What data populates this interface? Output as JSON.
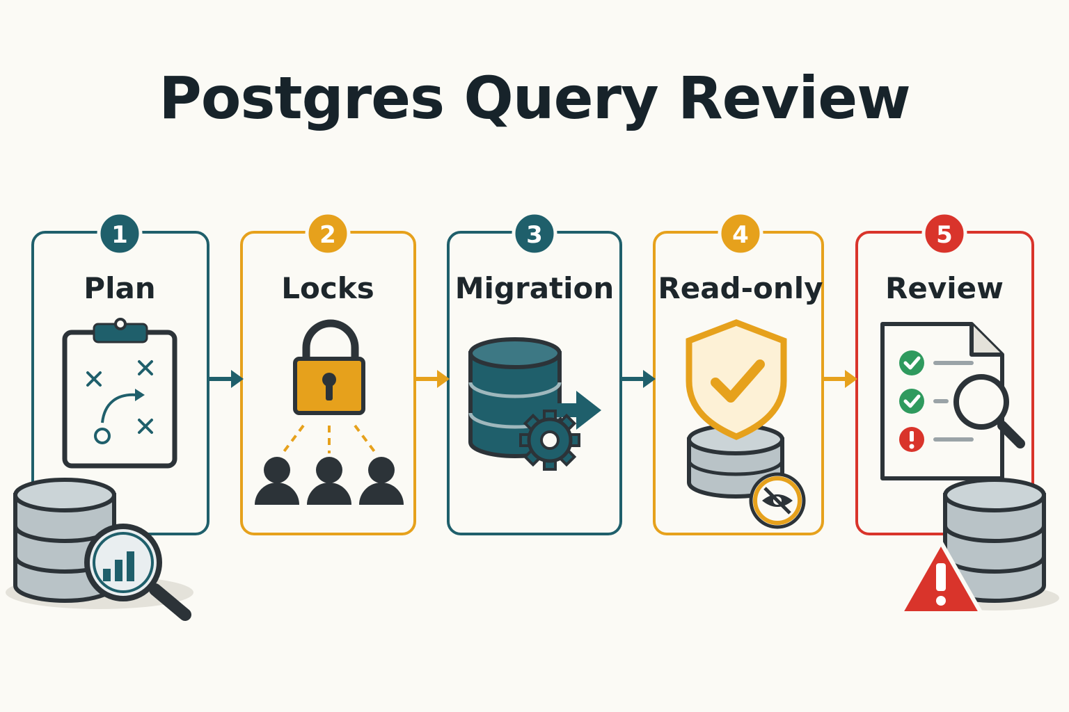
{
  "title": "Postgres Query Review",
  "colors": {
    "teal": "#1f5f6b",
    "amber": "#e6a11c",
    "red": "#d9342b",
    "green": "#2f9a5e",
    "slate": "#2c3338",
    "db_gray": "#b9c3c7",
    "background": "#fbfaf5"
  },
  "steps": [
    {
      "number": "1",
      "label": "Plan",
      "accent": "teal",
      "icon": "clipboard-play-icon",
      "extra_icon": "database-search-chart-icon"
    },
    {
      "number": "2",
      "label": "Locks",
      "accent": "amber",
      "icon": "padlock-users-icon"
    },
    {
      "number": "3",
      "label": "Migration",
      "accent": "teal",
      "icon": "database-gear-arrow-icon"
    },
    {
      "number": "4",
      "label": "Read-only",
      "accent": "amber",
      "icon": "shield-check-database-eye-off-icon"
    },
    {
      "number": "5",
      "label": "Review",
      "accent": "red",
      "icon": "checklist-document-magnifier-icon",
      "extra_icon": "database-warning-icon"
    }
  ]
}
